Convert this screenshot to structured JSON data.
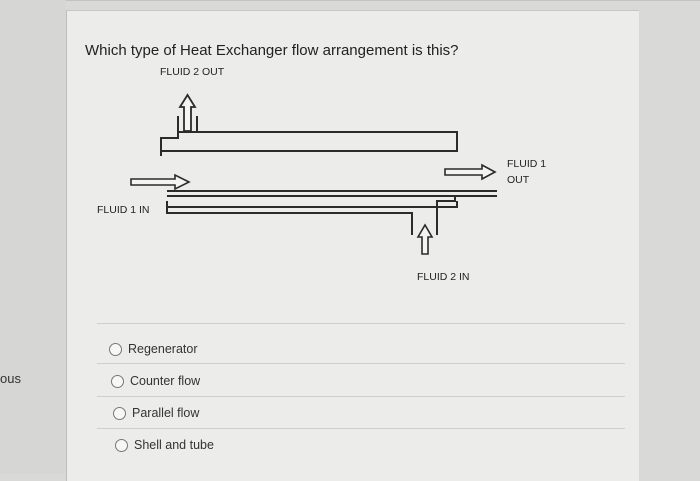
{
  "side_label": "ous",
  "question": {
    "text": "Which type of Heat Exchanger flow arrangement is this?"
  },
  "diagram": {
    "fluid2_out": "FLUID 2 OUT",
    "fluid1_in": "FLUID 1 IN",
    "fluid1_out_line1": "FLUID 1",
    "fluid1_out_line2": "OUT",
    "fluid2_in": "FLUID 2 IN"
  },
  "options": [
    {
      "label": "Regenerator"
    },
    {
      "label": "Counter flow"
    },
    {
      "label": "Parallel flow"
    },
    {
      "label": "Shell and tube"
    }
  ]
}
